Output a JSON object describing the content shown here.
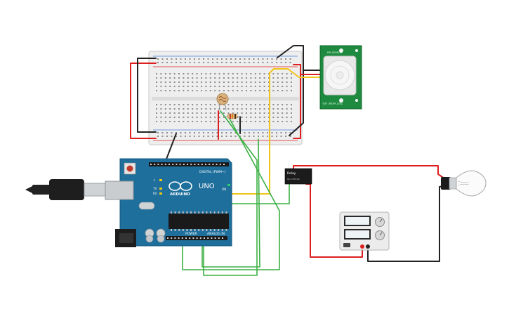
{
  "arduino": {
    "logo_text": "ARDUINO",
    "model_text": "UNO",
    "digital_label": "DIGITAL (PWM~)",
    "power_label": "POWER",
    "analog_label": "ANALOG IN",
    "led_labels": [
      "L",
      "TX",
      "RX"
    ],
    "on_label": "ON"
  },
  "pir_sensor": {
    "label_top": "PIR SENSOR",
    "label_bottom": "TEST MODE LED"
  },
  "relay": {
    "label": "Relay",
    "sublabel": "NO  COM  NC"
  },
  "colors": {
    "breadboard": "#efefef",
    "board": "#1f6f9c",
    "pir_board": "#1d8a3f",
    "wire_red": "#dd1f1f",
    "wire_black": "#222222",
    "wire_yellow": "#f0c419",
    "wire_green": "#3cb043"
  }
}
